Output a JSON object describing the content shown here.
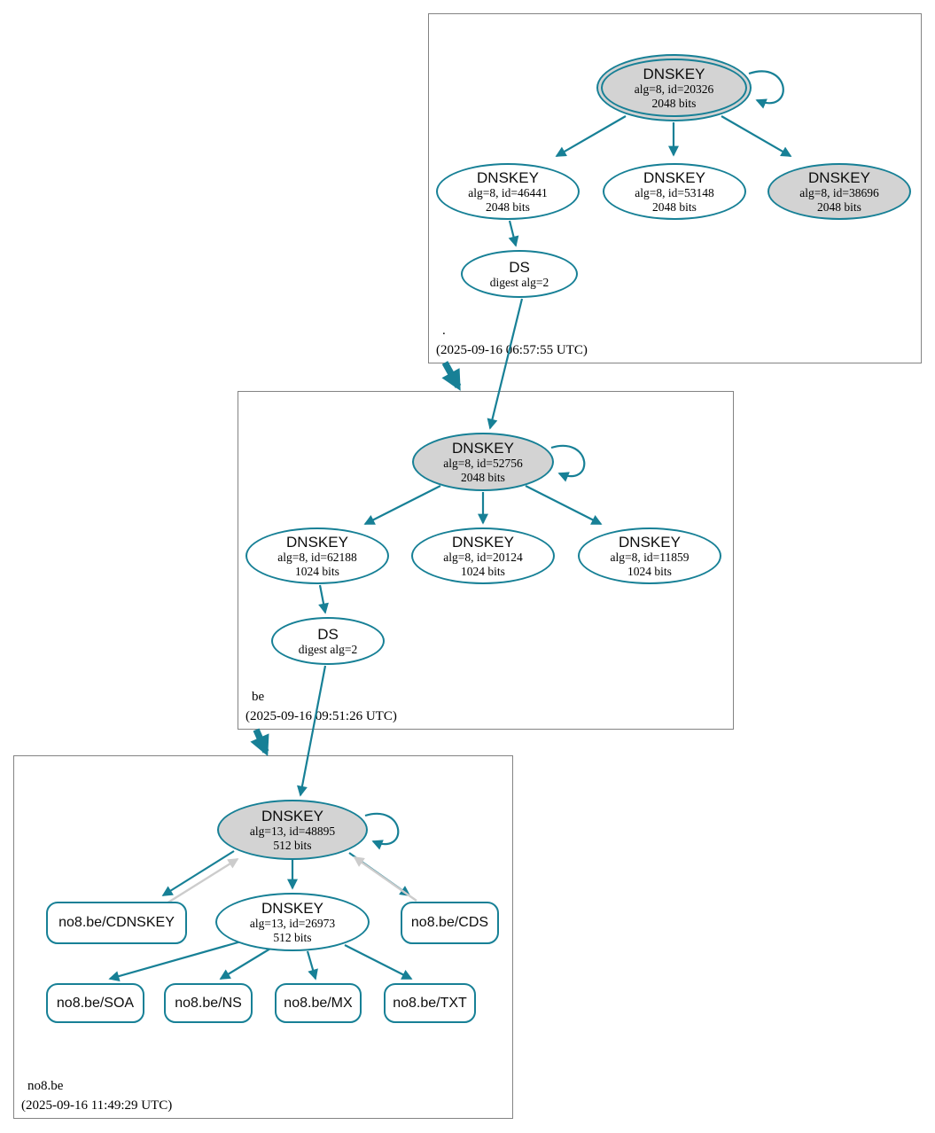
{
  "diagram_type": "dnssec-authentication-chain",
  "colors": {
    "secure_teal": "#178096",
    "ksk_fill_gray": "#d3d3d3",
    "secondary_arrow_gray": "#cccccc",
    "zone_box_border": "#838383"
  },
  "zones": {
    "root": {
      "label": ".",
      "timestamp": "(2025-09-16 06:57:55 UTC)",
      "ksk": {
        "title": "DNSKEY",
        "detail": "alg=8, id=20326",
        "bits": "2048 bits"
      },
      "zsk1": {
        "title": "DNSKEY",
        "detail": "alg=8, id=46441",
        "bits": "2048 bits"
      },
      "zsk2": {
        "title": "DNSKEY",
        "detail": "alg=8, id=53148",
        "bits": "2048 bits"
      },
      "zsk3": {
        "title": "DNSKEY",
        "detail": "alg=8, id=38696",
        "bits": "2048 bits"
      },
      "ds": {
        "title": "DS",
        "detail": "digest alg=2"
      }
    },
    "be": {
      "label": "be",
      "timestamp": "(2025-09-16 09:51:26 UTC)",
      "ksk": {
        "title": "DNSKEY",
        "detail": "alg=8, id=52756",
        "bits": "2048 bits"
      },
      "zsk1": {
        "title": "DNSKEY",
        "detail": "alg=8, id=62188",
        "bits": "1024 bits"
      },
      "zsk2": {
        "title": "DNSKEY",
        "detail": "alg=8, id=20124",
        "bits": "1024 bits"
      },
      "zsk3": {
        "title": "DNSKEY",
        "detail": "alg=8, id=11859",
        "bits": "1024 bits"
      },
      "ds": {
        "title": "DS",
        "detail": "digest alg=2"
      }
    },
    "no8be": {
      "label": "no8.be",
      "timestamp": "(2025-09-16 11:49:29 UTC)",
      "ksk": {
        "title": "DNSKEY",
        "detail": "alg=13, id=48895",
        "bits": "512 bits"
      },
      "zsk": {
        "title": "DNSKEY",
        "detail": "alg=13, id=26973",
        "bits": "512 bits"
      },
      "rrsets": {
        "cdnskey": "no8.be/CDNSKEY",
        "cds": "no8.be/CDS",
        "soa": "no8.be/SOA",
        "ns": "no8.be/NS",
        "mx": "no8.be/MX",
        "txt": "no8.be/TXT"
      }
    }
  }
}
